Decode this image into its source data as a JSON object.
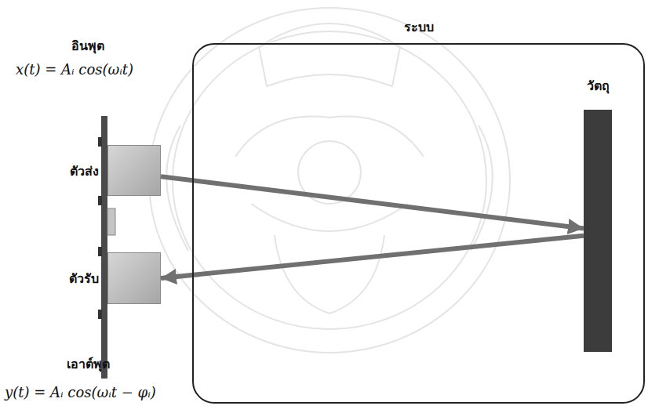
{
  "diagram": {
    "nodes": [
      {
        "text": [
          "ระบบ"
        ]
      },
      {
        "text": [
          "วัตถุ"
        ],
        "in": 0
      },
      {
        "text": [
          "ตัวส่ง"
        ]
      },
      {
        "text": [
          "ตัวรับ"
        ]
      }
    ],
    "edges": [
      {
        "from": 2,
        "to": 1,
        "arrow": "to"
      },
      {
        "from": 1,
        "to": 3,
        "arrow": "to"
      }
    ],
    "labels": [
      "อินพุต",
      "x(t) = Aᵢ cos(ωᵢt)",
      "เอาต์พุต",
      "y(t) = Aᵢ cos(ωᵢt − φᵢ)"
    ]
  }
}
